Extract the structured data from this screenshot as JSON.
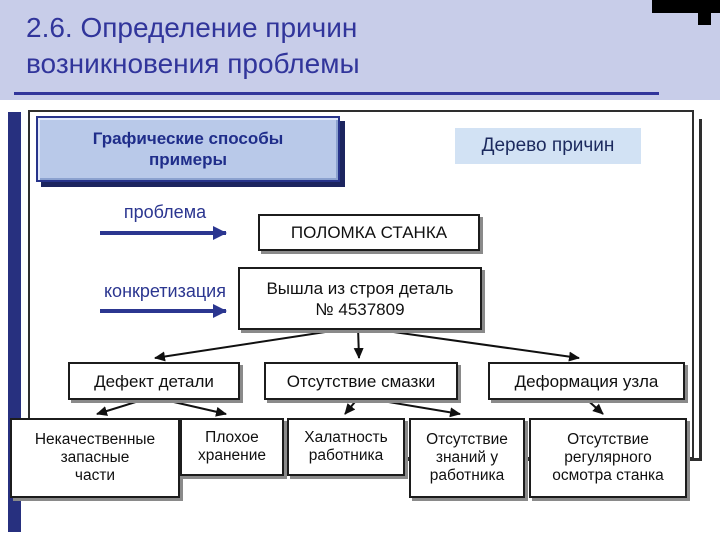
{
  "header": {
    "title_line1": "2.6. Определение причин",
    "title_line2": "возникновения проблемы"
  },
  "legend": {
    "methods_box": "Графические способы\nпримеры",
    "tree_label": "Дерево причин"
  },
  "labels": {
    "problem": "проблема",
    "concretization": "конкретизация"
  },
  "nodes": {
    "root": "ПОЛОМКА СТАНКА",
    "detail": "Вышла из строя деталь\n№ 4537809",
    "level2": [
      "Дефект детали",
      "Отсутствие смазки",
      "Деформация узла"
    ],
    "level3": [
      "Некачественные\nзапасные\nчасти",
      "Плохое\nхранение",
      "Халатность\nработника",
      "Отсутствие\nзнаний у\nработника",
      "Отсутствие\nрегулярного\nосмотра станка"
    ]
  },
  "colors": {
    "header_bg": "#c8cde9",
    "accent_navy": "#31359b",
    "box_blue_bg": "#b9c9e9",
    "tree_label_bg": "#d2e2f4",
    "arrow_black": "#101010",
    "arrow_blue": "#2b3690"
  }
}
